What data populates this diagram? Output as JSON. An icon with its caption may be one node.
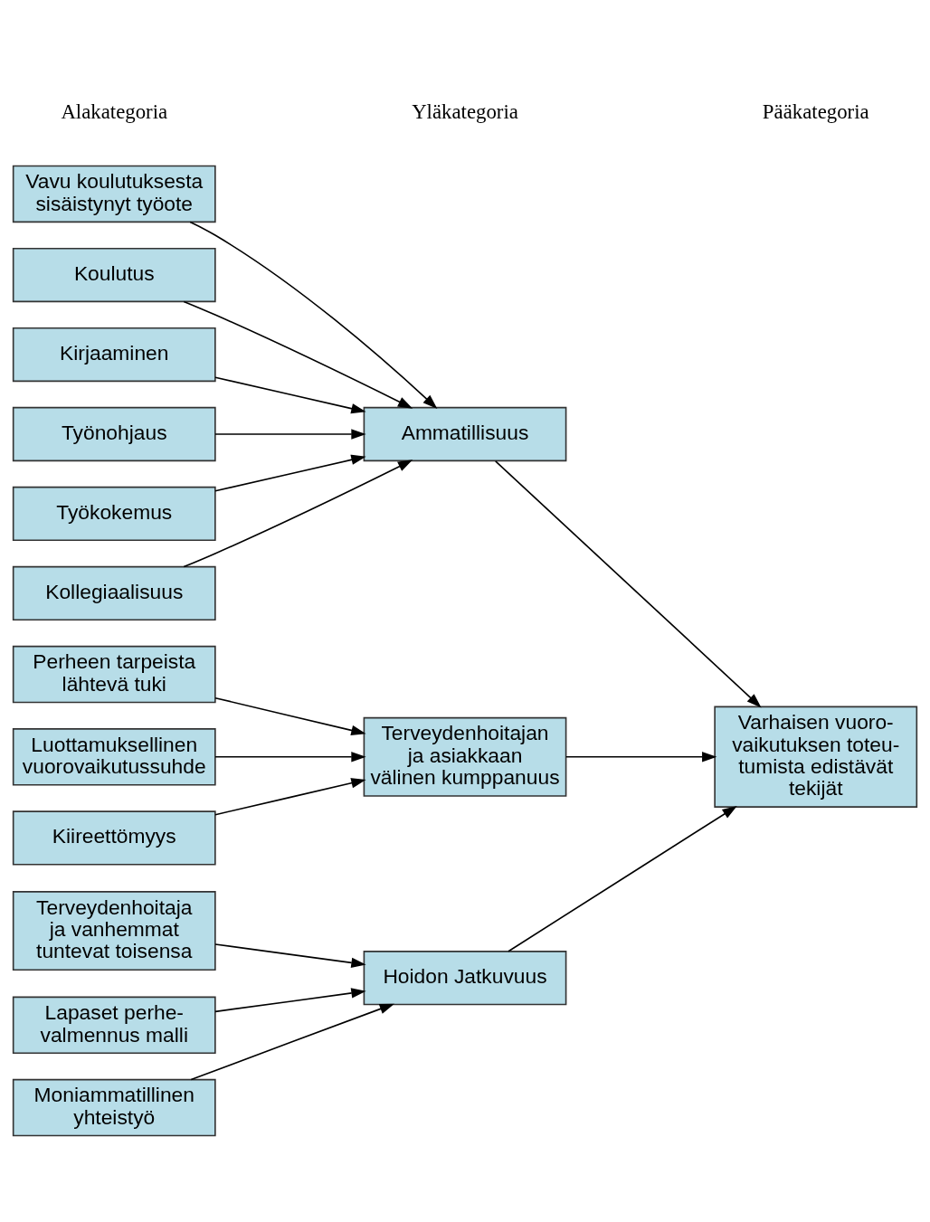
{
  "diagram": {
    "nodes": [
      {
        "text": [
          "Vavu koulutuksesta sisäistynyt työote"
        ]
      },
      {
        "text": [
          "Koulutus"
        ]
      },
      {
        "text": [
          "Kirjaaminen"
        ]
      },
      {
        "text": [
          "Työnohjaus"
        ]
      },
      {
        "text": [
          "Työkokemus"
        ]
      },
      {
        "text": [
          "Kollegiaalisuus"
        ]
      },
      {
        "text": [
          "Ammatillisuus"
        ]
      },
      {
        "text": [
          "Perheen tarpeista lähtevä tuki"
        ]
      },
      {
        "text": [
          "Luottamuksellinen vuorovaikutussuhde"
        ]
      },
      {
        "text": [
          "Kiireettömyys"
        ]
      },
      {
        "text": [
          "Terveydenhoitajan ja asiakkaan välinen kumppanuus"
        ]
      },
      {
        "text": [
          "Terveydenhoitaja ja vanhemmat tuntevat toisensa"
        ]
      },
      {
        "text": [
          "Lapaset perhe- valmennus malli"
        ]
      },
      {
        "text": [
          "Moniammatillinen yhteistyö"
        ]
      },
      {
        "text": [
          "Hoidon Jatkuvuus"
        ]
      },
      {
        "text": [
          "Varhaisen vuoro- vaikutuksen toteu- tumista edistävät tekijät"
        ]
      }
    ],
    "edges": [
      {
        "from": 0,
        "to": 6,
        "arrow": "to"
      },
      {
        "from": 1,
        "to": 6,
        "arrow": "to"
      },
      {
        "from": 2,
        "to": 6,
        "arrow": "to"
      },
      {
        "from": 3,
        "to": 6,
        "arrow": "to"
      },
      {
        "from": 4,
        "to": 6,
        "arrow": "to"
      },
      {
        "from": 5,
        "to": 6,
        "arrow": "to"
      },
      {
        "from": 7,
        "to": 10,
        "arrow": "to"
      },
      {
        "from": 8,
        "to": 10,
        "arrow": "to"
      },
      {
        "from": 9,
        "to": 10,
        "arrow": "to"
      },
      {
        "from": 11,
        "to": 14,
        "arrow": "to"
      },
      {
        "from": 12,
        "to": 14,
        "arrow": "to"
      },
      {
        "from": 13,
        "to": 14,
        "arrow": "to"
      },
      {
        "from": 6,
        "to": 15,
        "arrow": "to"
      },
      {
        "from": 10,
        "to": 15,
        "arrow": "to"
      },
      {
        "from": 14,
        "to": 15,
        "arrow": "to"
      }
    ],
    "labels": [
      "Alakategoria",
      "Yläkategoria",
      "Pääkategoria"
    ]
  }
}
